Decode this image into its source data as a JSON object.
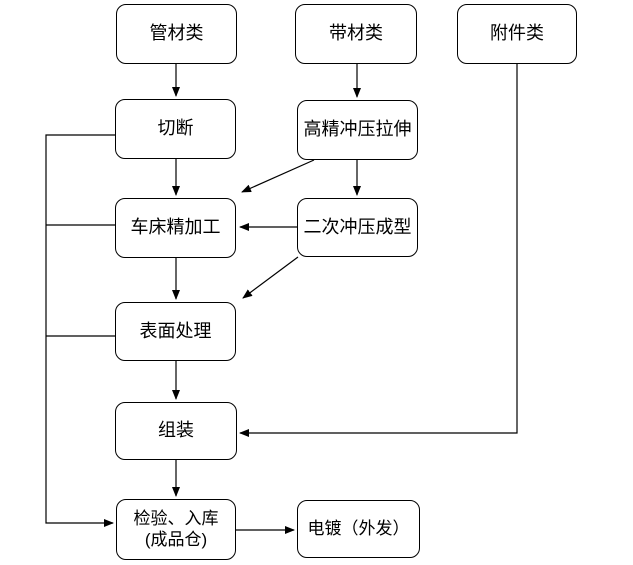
{
  "diagram": {
    "type": "flowchart",
    "nodes": [
      {
        "id": "pipe-material",
        "label": "管材类"
      },
      {
        "id": "strip-material",
        "label": "带材类"
      },
      {
        "id": "accessory-material",
        "label": "附件类"
      },
      {
        "id": "cutting",
        "label": "切断"
      },
      {
        "id": "precision-stamping",
        "label": "高精冲压拉伸"
      },
      {
        "id": "lathe-finishing",
        "label": "车床精加工"
      },
      {
        "id": "secondary-stamping",
        "label": "二次冲压成型"
      },
      {
        "id": "surface-treatment",
        "label": "表面处理"
      },
      {
        "id": "assembly",
        "label": "组装"
      },
      {
        "id": "inspection-storage",
        "label": "检验、入库",
        "label2": "(成品仓)"
      },
      {
        "id": "electroplating",
        "label": "电镀（外发）"
      }
    ],
    "edges": [
      {
        "from": "pipe-material",
        "to": "cutting"
      },
      {
        "from": "strip-material",
        "to": "precision-stamping"
      },
      {
        "from": "cutting",
        "to": "lathe-finishing"
      },
      {
        "from": "precision-stamping",
        "to": "lathe-finishing"
      },
      {
        "from": "precision-stamping",
        "to": "secondary-stamping"
      },
      {
        "from": "secondary-stamping",
        "to": "lathe-finishing"
      },
      {
        "from": "secondary-stamping",
        "to": "surface-treatment"
      },
      {
        "from": "lathe-finishing",
        "to": "surface-treatment"
      },
      {
        "from": "surface-treatment",
        "to": "assembly"
      },
      {
        "from": "accessory-material",
        "to": "assembly"
      },
      {
        "from": "assembly",
        "to": "inspection-storage"
      },
      {
        "from": "cutting",
        "to": "inspection-storage",
        "via": "left-rail"
      },
      {
        "from": "lathe-finishing",
        "to": "inspection-storage",
        "via": "left-rail"
      },
      {
        "from": "surface-treatment",
        "to": "inspection-storage",
        "via": "left-rail"
      },
      {
        "from": "inspection-storage",
        "to": "electroplating"
      }
    ]
  },
  "colors": {
    "background": "#ffffff",
    "line": "#000000",
    "node_fill": "#ffffff",
    "node_border": "#000000",
    "text": "#000000"
  }
}
